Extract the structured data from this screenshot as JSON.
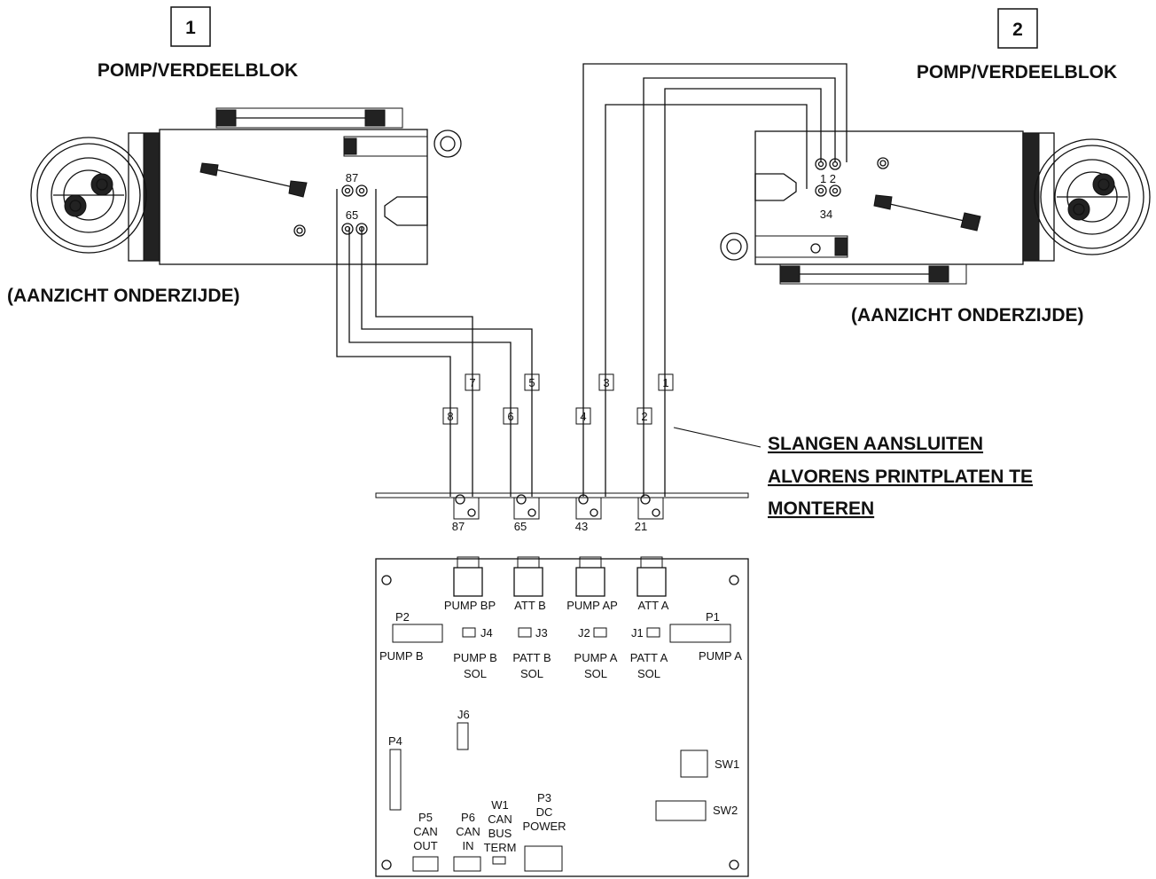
{
  "blocks": [
    {
      "number": "1",
      "title": "POMP/VERDEELBLOK",
      "view": "(AANZICHT ONDERZIJDE)",
      "ports": {
        "top": "87",
        "bottom": "65"
      }
    },
    {
      "number": "2",
      "title": "POMP/VERDEELBLOK",
      "view": "(AANZICHT ONDERZIJDE)",
      "ports": {
        "top": "1 2",
        "bottom": "34"
      }
    }
  ],
  "hose_tags": [
    "1",
    "2",
    "3",
    "4",
    "5",
    "6",
    "7",
    "8"
  ],
  "note": {
    "line1": "SLANGEN AANSLUITEN",
    "line2": "ALVORENS PRINTPLATEN TE",
    "line3": "MONTEREN"
  },
  "fitting_labels": [
    "87",
    "65",
    "43",
    "21"
  ],
  "board": {
    "connectors_top": [
      "PUMP BP",
      "ATT B",
      "PUMP AP",
      "ATT A"
    ],
    "p2": "P2",
    "p1": "P1",
    "pump_b": "PUMP B",
    "pump_a": "PUMP A",
    "j4": "J4",
    "j3": "J3",
    "j2": "J2",
    "j1": "J1",
    "pump_b_sol": [
      "PUMP B",
      "SOL"
    ],
    "patt_b_sol": [
      "PATT B",
      "SOL"
    ],
    "pump_a_sol": [
      "PUMP A",
      "SOL"
    ],
    "patt_a_sol": [
      "PATT A",
      "SOL"
    ],
    "j6": "J6",
    "p4": "P4",
    "sw1": "SW1",
    "sw2": "SW2",
    "p5": [
      "P5",
      "CAN",
      "OUT"
    ],
    "p6": [
      "P6",
      "CAN",
      "IN"
    ],
    "w1": [
      "W1",
      "CAN",
      "BUS",
      "TERM"
    ],
    "p3": [
      "P3",
      "DC",
      "POWER"
    ]
  }
}
